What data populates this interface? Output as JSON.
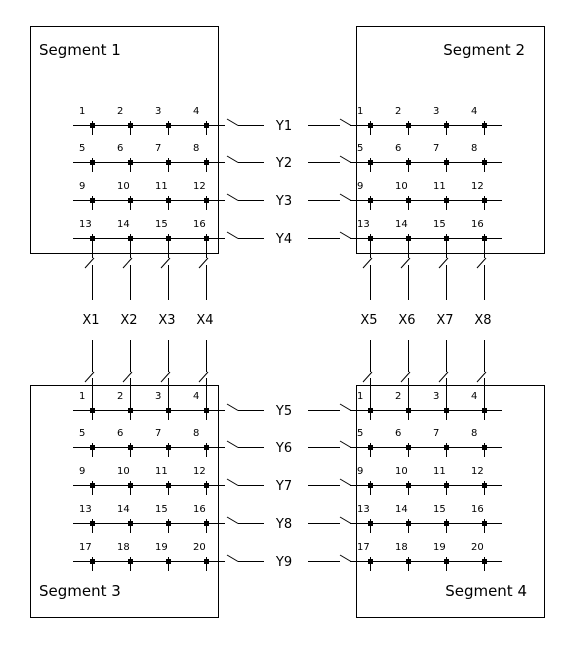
{
  "segments": [
    {
      "title": "Segment 1",
      "rows": [
        [
          "1",
          "2",
          "3",
          "4"
        ],
        [
          "5",
          "6",
          "7",
          "8"
        ],
        [
          "9",
          "10",
          "11",
          "12"
        ],
        [
          "13",
          "14",
          "15",
          "16"
        ]
      ]
    },
    {
      "title": "Segment 2",
      "rows": [
        [
          "1",
          "2",
          "3",
          "4"
        ],
        [
          "5",
          "6",
          "7",
          "8"
        ],
        [
          "9",
          "10",
          "11",
          "12"
        ],
        [
          "13",
          "14",
          "15",
          "16"
        ]
      ]
    },
    {
      "title": "Segment 3",
      "rows": [
        [
          "1",
          "2",
          "3",
          "4"
        ],
        [
          "5",
          "6",
          "7",
          "8"
        ],
        [
          "9",
          "10",
          "11",
          "12"
        ],
        [
          "13",
          "14",
          "15",
          "16"
        ],
        [
          "17",
          "18",
          "19",
          "20"
        ]
      ]
    },
    {
      "title": "Segment 4",
      "rows": [
        [
          "1",
          "2",
          "3",
          "4"
        ],
        [
          "5",
          "6",
          "7",
          "8"
        ],
        [
          "9",
          "10",
          "11",
          "12"
        ],
        [
          "13",
          "14",
          "15",
          "16"
        ],
        [
          "17",
          "18",
          "19",
          "20"
        ]
      ]
    }
  ],
  "y_lines": [
    "Y1",
    "Y2",
    "Y3",
    "Y4",
    "Y5",
    "Y6",
    "Y7",
    "Y8",
    "Y9"
  ],
  "x_lines": [
    "X1",
    "X2",
    "X3",
    "X4",
    "X5",
    "X6",
    "X7",
    "X8"
  ],
  "colors": {
    "line": "#000000",
    "background": "#ffffff"
  }
}
